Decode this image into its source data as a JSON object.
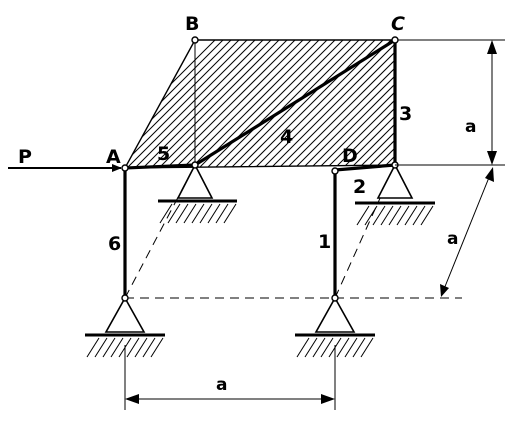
{
  "labels": {
    "load": "P",
    "node_a": "A",
    "node_b": "B",
    "node_c": "C",
    "node_d": "D",
    "rod_1": "1",
    "rod_2": "2",
    "rod_3": "3",
    "rod_4": "4",
    "rod_5": "5",
    "rod_6": "6"
  },
  "dimensions": {
    "vertical": "a",
    "oblique": "a",
    "horizontal": "a"
  }
}
